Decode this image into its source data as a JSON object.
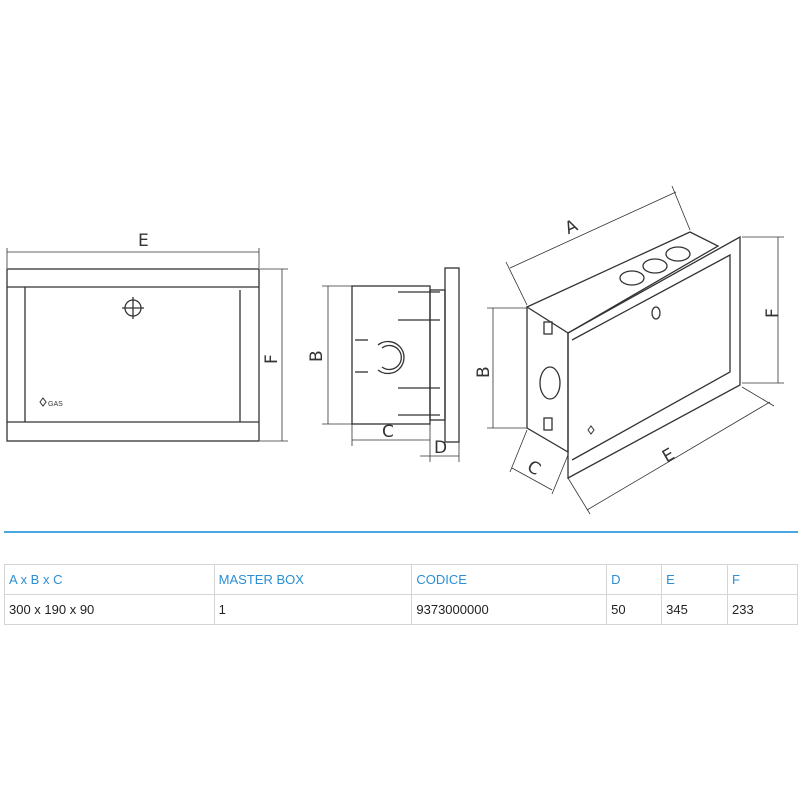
{
  "drawing": {
    "labels": {
      "A": "A",
      "B": "B",
      "C": "C",
      "D": "D",
      "E": "E",
      "F": "F"
    },
    "logo_text": "GAS"
  },
  "table": {
    "headers": [
      "A x B x C",
      "MASTER BOX",
      "CODICE",
      "D",
      "E",
      "F"
    ],
    "rows": [
      [
        "300 x 190 x 90",
        "1",
        "9373000000",
        "50",
        "345",
        "233"
      ]
    ]
  },
  "colors": {
    "accent": "#2a8fd4",
    "line": "#333333"
  }
}
